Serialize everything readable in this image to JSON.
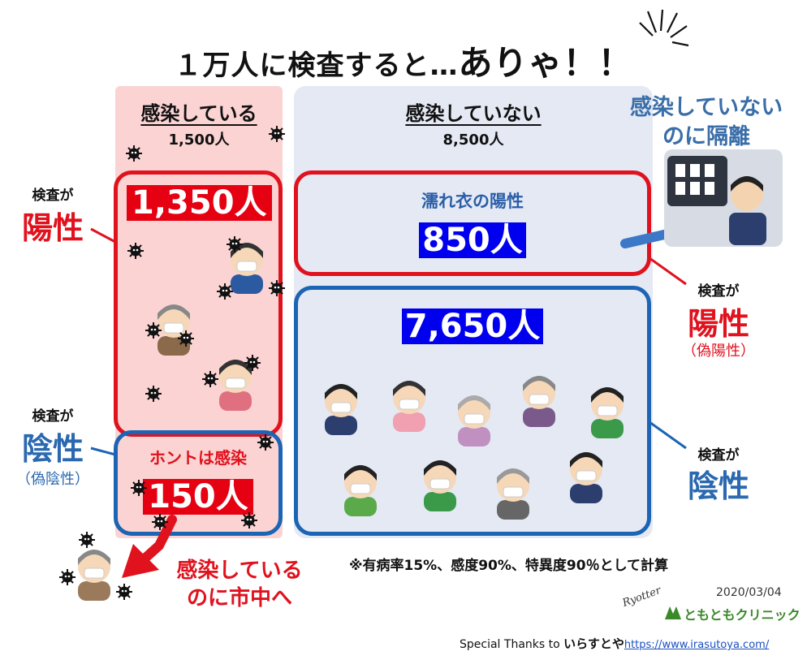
{
  "title": {
    "main": "１万人に検査すると…",
    "exclaim": "ありゃ！！"
  },
  "columns": {
    "infected": {
      "header": "感染している",
      "count": "1,500人"
    },
    "not_infected": {
      "header": "感染していない",
      "count": "8,500人"
    }
  },
  "boxes": {
    "true_positive": {
      "value": "1,350人"
    },
    "false_positive": {
      "label": "濡れ衣の陽性",
      "value": "850人"
    },
    "true_negative": {
      "value": "7,650人"
    },
    "false_negative": {
      "label": "ホントは感染",
      "value": "150人"
    }
  },
  "side_labels": {
    "left_positive": {
      "prefix": "検査が",
      "main": "陽性"
    },
    "left_negative": {
      "prefix": "検査が",
      "main": "陰性",
      "note": "（偽陰性）"
    },
    "right_positive": {
      "prefix": "検査が",
      "main": "陽性",
      "note": "（偽陽性）"
    },
    "right_negative": {
      "prefix": "検査が",
      "main": "陰性"
    }
  },
  "callouts": {
    "isolated": {
      "line1": "感染していない",
      "line2": "のに隔離"
    },
    "released": {
      "line1": "感染している",
      "line2": "のに市中へ"
    }
  },
  "footnote": "※有病率15%、感度90%、特異度90％として計算",
  "date": "2020/03/04",
  "signature": "Ryotter",
  "clinic": "ともともクリニック",
  "credit": {
    "prefix": "Special Thanks to",
    "name": "いらすとや",
    "url": "https://www.irasutoya.com/"
  },
  "colors": {
    "red": "#e0121e",
    "blue": "#1c64b4",
    "pink_bg": "#fbd3d3",
    "blue_bg": "#e4e9f4",
    "value_red": "#e50012",
    "value_blue": "#0000ee"
  }
}
